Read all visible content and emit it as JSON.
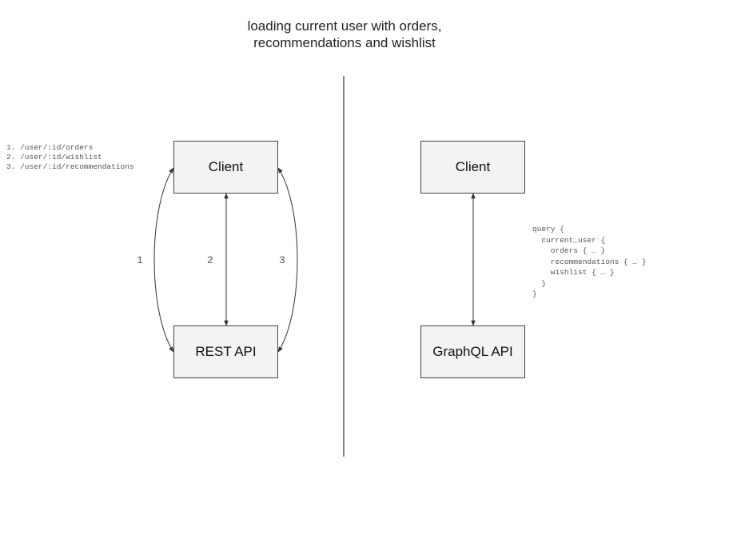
{
  "title": {
    "line1": "loading current user with orders,",
    "line2": "recommendations and wishlist"
  },
  "rest": {
    "client_label": "Client",
    "api_label": "REST API",
    "endpoints": [
      "1. /user/:id/orders",
      "2. /user/:id/wishlist",
      "3. /user/:id/recommendations"
    ],
    "arrow_labels": [
      "1",
      "2",
      "3"
    ]
  },
  "graphql": {
    "client_label": "Client",
    "api_label": "GraphQL API",
    "query_lines": [
      "query {",
      "  current_user {",
      "    orders { … }",
      "    recommendations { … }",
      "    wishlist { … }",
      "  }",
      "}"
    ]
  },
  "colors": {
    "box_fill": "#f3f3f3",
    "line": "#333333",
    "text_gray": "#555555"
  }
}
